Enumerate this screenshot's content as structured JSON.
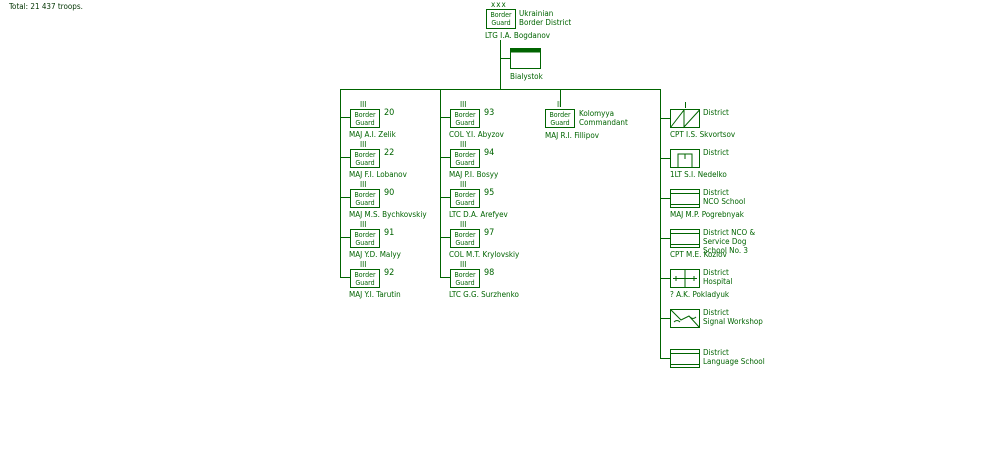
{
  "total": "Total: 21 437 troops.",
  "hq": {
    "size_mark": "xxx",
    "box_line1": "Border",
    "box_line2": "Guard",
    "name_line1": "Ukrainian",
    "name_line2": "Border District",
    "commander": "LTG  I.A. Bogdanov"
  },
  "location": {
    "label": "Bialystok"
  },
  "units_col1": [
    {
      "number": "20",
      "commander": "MAJ  A.I. Zelik"
    },
    {
      "number": "22",
      "commander": "MAJ  F.I. Lobanov"
    },
    {
      "number": "90",
      "commander": "MAJ  M.S. Bychkovskiy"
    },
    {
      "number": "91",
      "commander": "MAJ  Y.D. Malyy"
    },
    {
      "number": "92",
      "commander": "MAJ  Y.I. Tarutin"
    }
  ],
  "units_col2": [
    {
      "number": "93",
      "commander": "COL  Y.I. Abyzov"
    },
    {
      "number": "94",
      "commander": "MAJ   P.I. Bosyy"
    },
    {
      "number": "95",
      "commander": "LTC  D.A. Arefyev"
    },
    {
      "number": "97",
      "commander": "COL  M.T. Krylovskiy"
    },
    {
      "number": "98",
      "commander": "LTC  G.G. Surzhenko"
    }
  ],
  "unit_box": {
    "line1": "Border",
    "line2": "Guard",
    "size_mark": "III"
  },
  "kolomyya": {
    "size_mark": "II",
    "box_line1": "Border",
    "box_line2": "Guard",
    "name_line1": "Kolomyya",
    "name_line2": "Commandant",
    "commander": "MAJ  R.I. Fillipov"
  },
  "support": [
    {
      "icon": "engineer-zigzag-icon",
      "name_lines": [
        "District"
      ],
      "commander": "CPT  I.S. Skvortsov"
    },
    {
      "icon": "bridge-engineer-icon",
      "name_lines": [
        "District"
      ],
      "commander": "1LT  S.I. Nedelko"
    },
    {
      "icon": "school-icon",
      "name_lines": [
        "District",
        "NCO School"
      ],
      "commander": "MAJ  M.P. Pogrebnyak"
    },
    {
      "icon": "school-icon",
      "name_lines": [
        "District NCO &",
        "Service Dog",
        "School No. 3"
      ],
      "commander": "CPT  M.E. Kozlov"
    },
    {
      "icon": "hospital-icon",
      "name_lines": [
        "District",
        "Hospital"
      ],
      "commander": "?  A.K. Pokladyuk"
    },
    {
      "icon": "signal-workshop-icon",
      "name_lines": [
        "District",
        "Signal Workshop"
      ],
      "commander": ""
    },
    {
      "icon": "school-icon",
      "name_lines": [
        "District",
        "Language School"
      ],
      "commander": ""
    }
  ]
}
